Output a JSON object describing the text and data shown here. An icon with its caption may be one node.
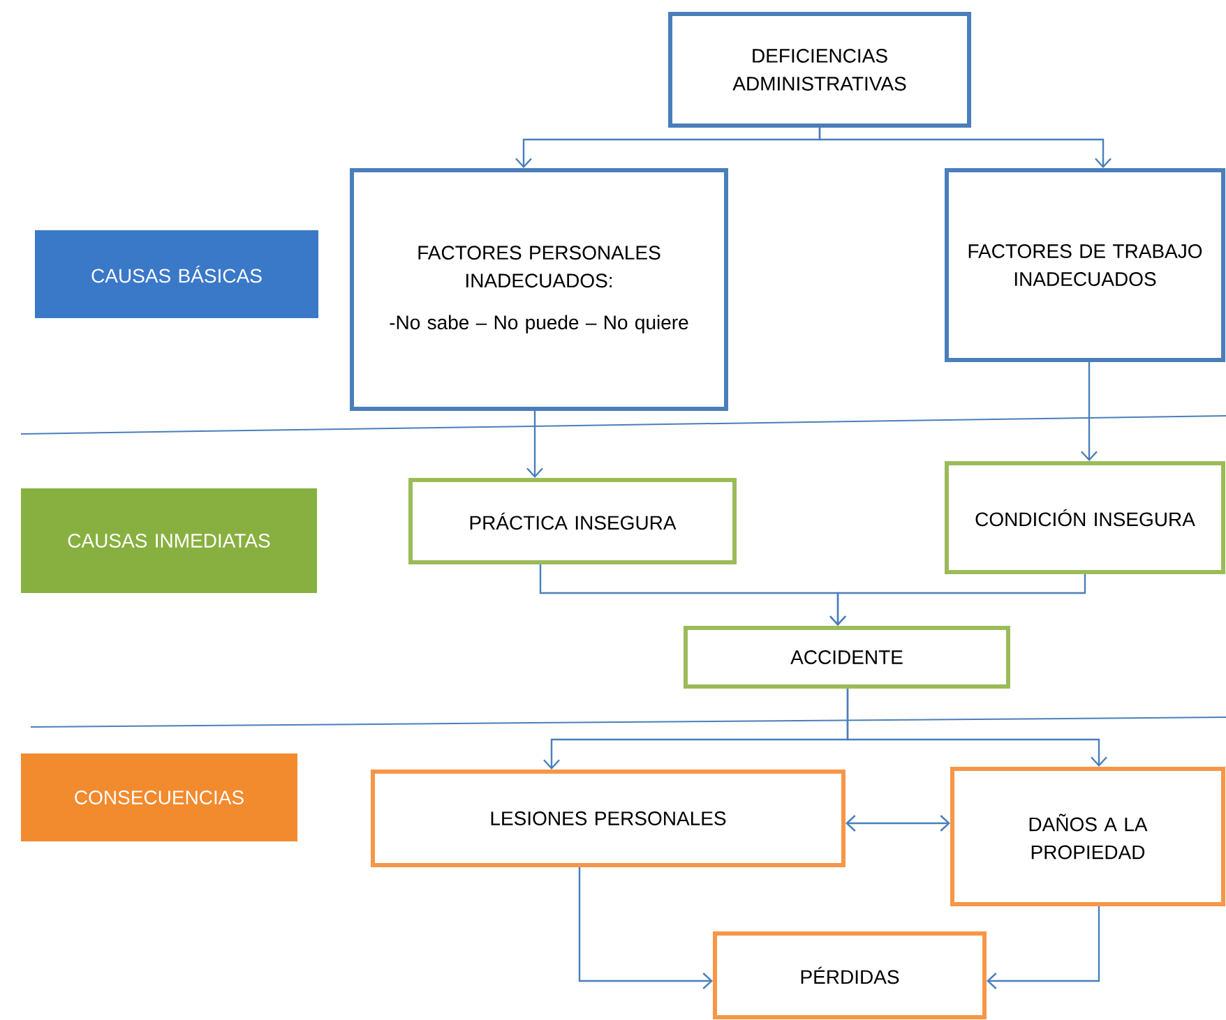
{
  "diagram": {
    "nodes": [
      {
        "text": [
          "CAUSAS BÁSICAS"
        ]
      },
      {
        "text": [
          "DEFICIENCIAS ADMINISTRATIVAS"
        ]
      },
      {
        "text": [
          "FACTORES PERSONALES INADECUADOS:",
          "-No sabe – No puede – No quiere"
        ]
      },
      {
        "text": [
          "FACTORES DE TRABAJO INADECUADOS"
        ]
      },
      {
        "text": [
          "CAUSAS INMEDIATAS"
        ]
      },
      {
        "text": [
          "PRÁCTICA INSEGURA"
        ]
      },
      {
        "text": [
          "CONDICIÓN INSEGURA"
        ]
      },
      {
        "text": [
          "ACCIDENTE"
        ]
      },
      {
        "text": [
          "CONSECUENCIAS"
        ]
      },
      {
        "text": [
          "LESIONES PERSONALES"
        ]
      },
      {
        "text": [
          "DAÑOS A LA PROPIEDAD"
        ]
      },
      {
        "text": [
          "PÉRDIDAS"
        ]
      }
    ],
    "edges": [
      {
        "from": 1,
        "to": 2,
        "arrow": "to"
      },
      {
        "from": 1,
        "to": 3,
        "arrow": "to"
      },
      {
        "from": 2,
        "to": 5,
        "arrow": "to"
      },
      {
        "from": 3,
        "to": 6,
        "arrow": "to"
      },
      {
        "from": 5,
        "to": 7,
        "arrow": "to"
      },
      {
        "from": 6,
        "to": 7,
        "arrow": "to"
      },
      {
        "from": 7,
        "to": 9,
        "arrow": "to"
      },
      {
        "from": 7,
        "to": 10,
        "arrow": "to"
      },
      {
        "from": 9,
        "to": 10,
        "arrow": "both"
      },
      {
        "from": 9,
        "to": 11,
        "arrow": "to"
      },
      {
        "from": 10,
        "to": 11,
        "arrow": "to"
      }
    ]
  }
}
